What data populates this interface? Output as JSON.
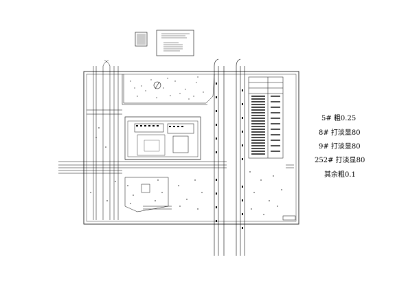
{
  "legend": {
    "items": [
      {
        "label": "5# 粗0.25"
      },
      {
        "label": "8# 打淡显80"
      },
      {
        "label": "9# 打淡显80"
      },
      {
        "label": "252# 打淡显80"
      },
      {
        "label": "其余粗0.1"
      }
    ]
  },
  "colors": {
    "line": "#000000",
    "background": "#ffffff"
  }
}
